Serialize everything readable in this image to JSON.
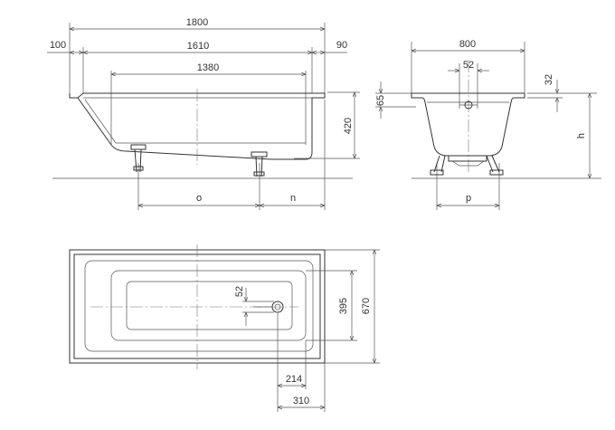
{
  "side_view": {
    "overall_length": "1800",
    "left_rim": "100",
    "inner_length": "1610",
    "right_rim": "90",
    "bottom_length": "1380",
    "height": "420",
    "leg_spacing": "o",
    "leg_offset": "n"
  },
  "end_view": {
    "overall_width": "800",
    "drain_width": "52",
    "rim_thickness": "32",
    "rim_height": "65",
    "total_height": "h",
    "foot_spacing": "p"
  },
  "plan_view": {
    "drain_diameter": "52",
    "inner_width": "395",
    "overall_width": "670",
    "drain_offset": "214",
    "drain_offset_outer": "310"
  }
}
